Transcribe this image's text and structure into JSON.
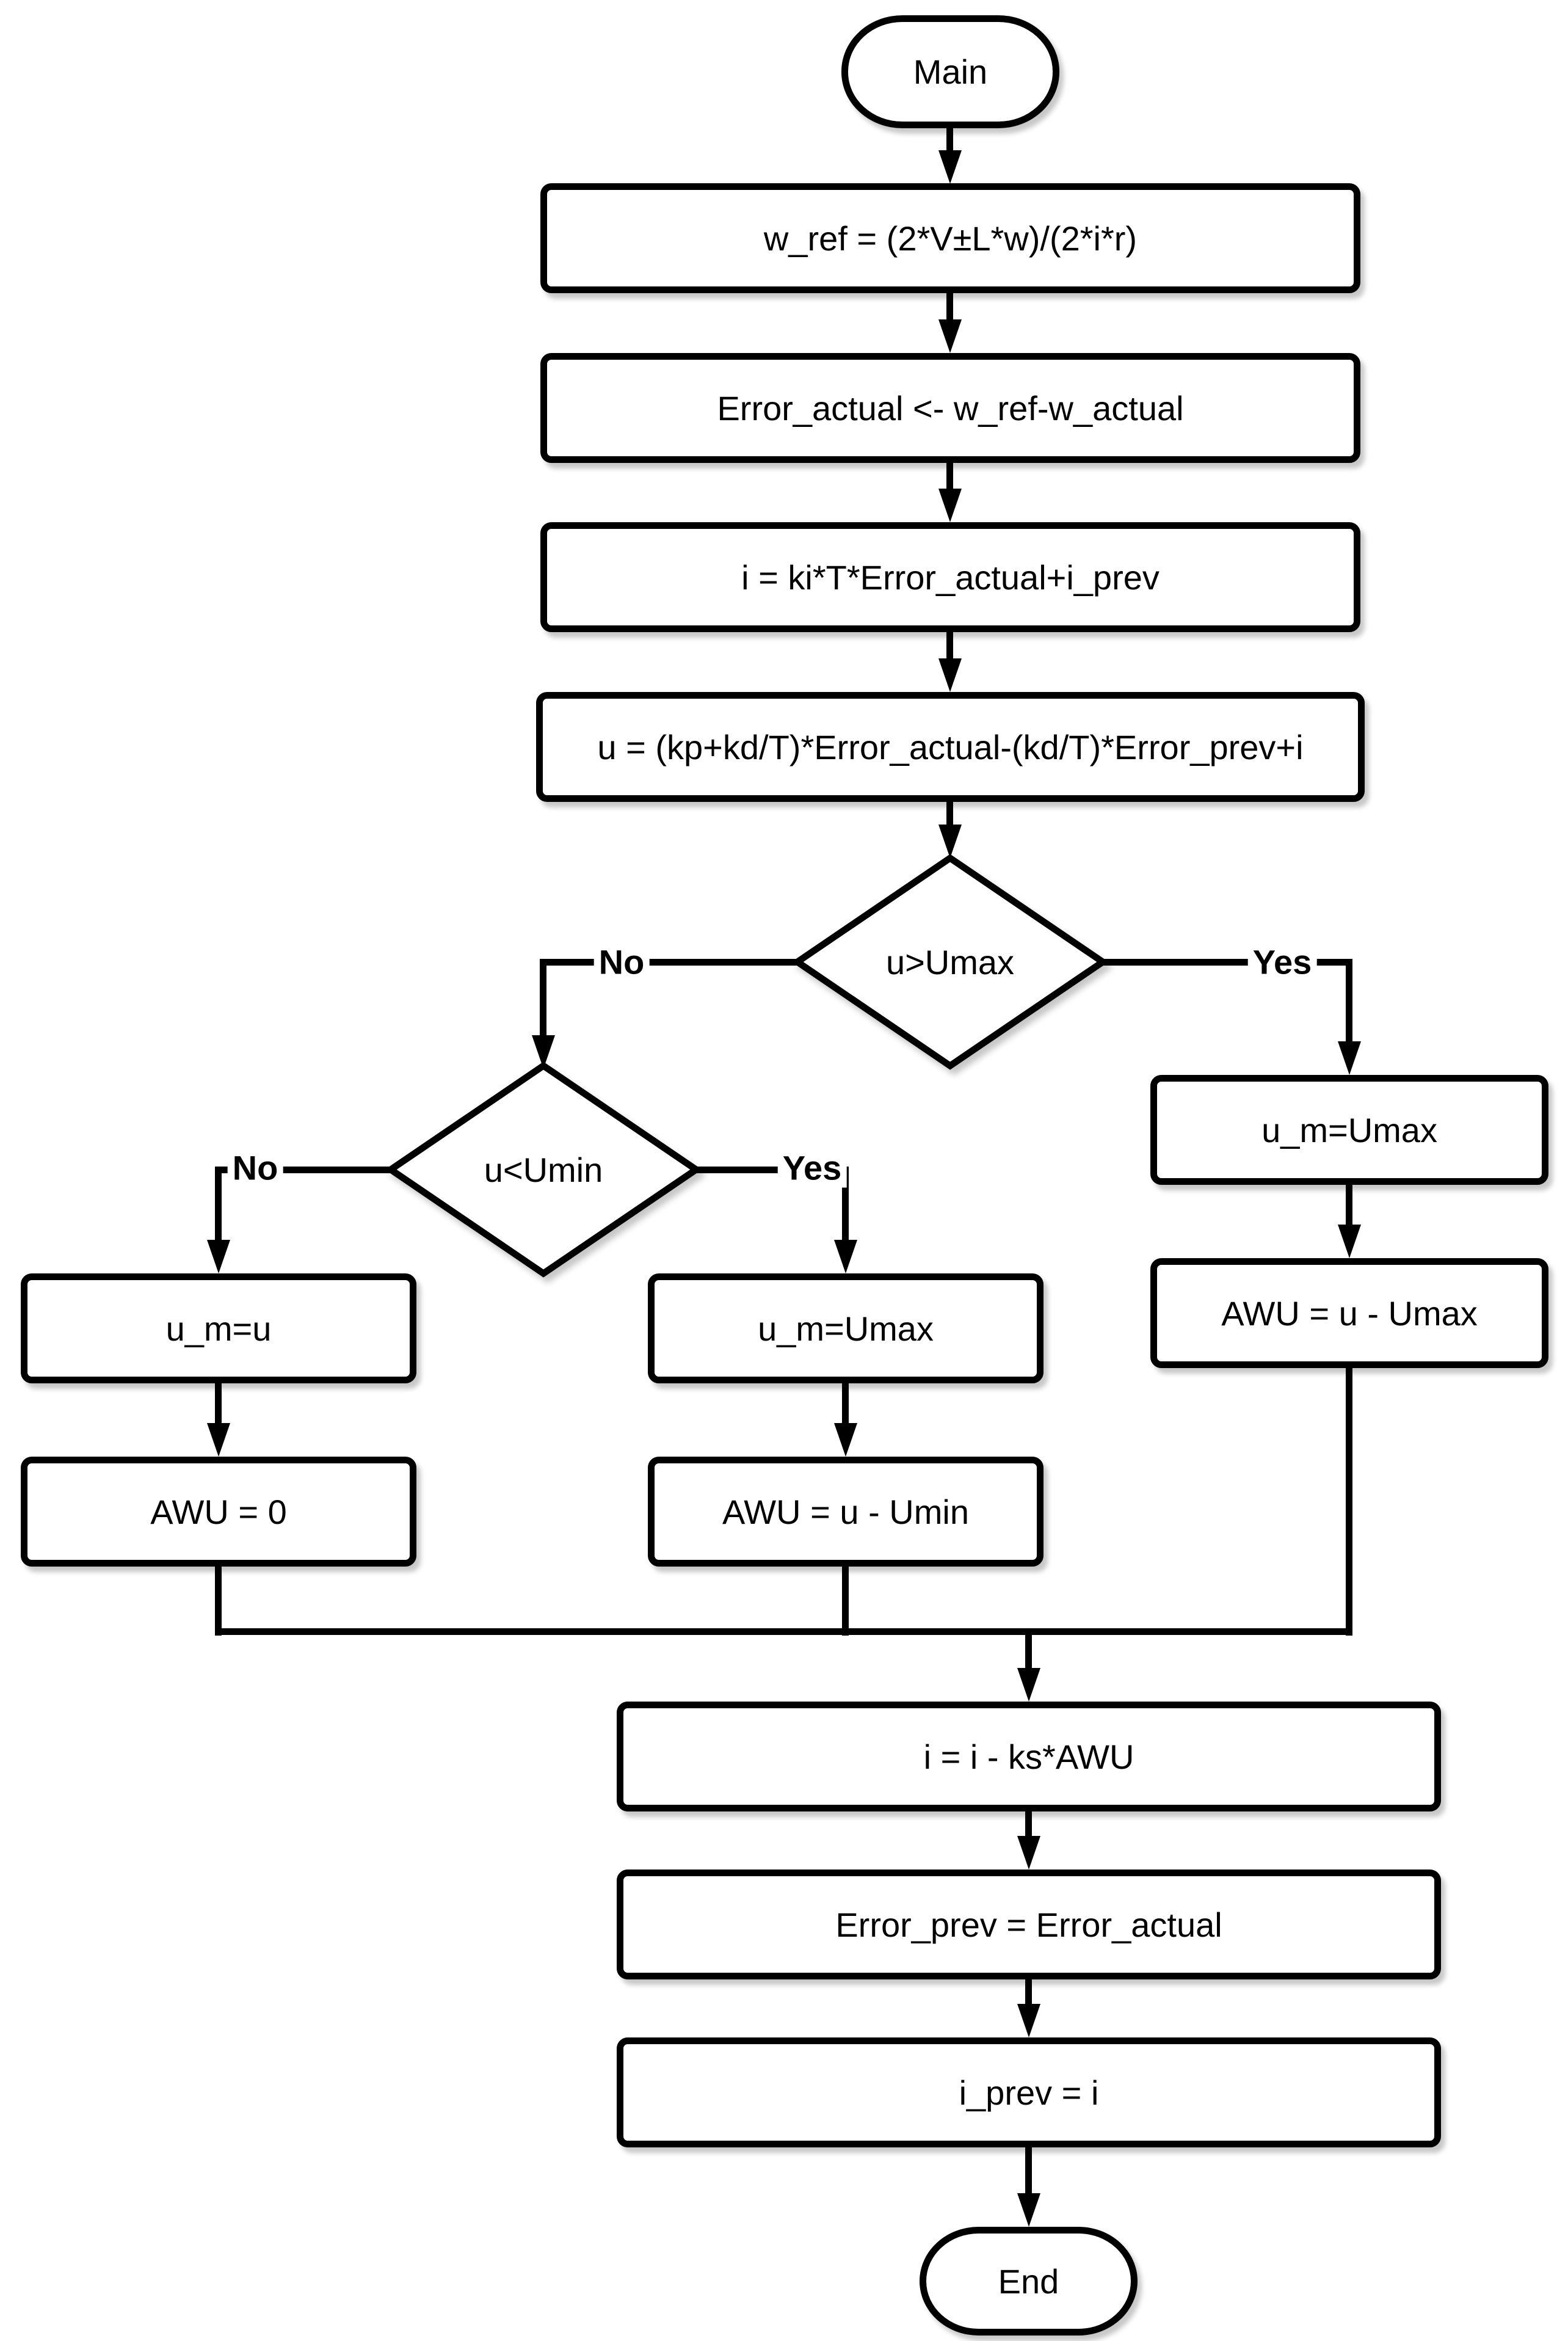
{
  "colors": {
    "stroke": "#000000",
    "fill": "#ffffff",
    "background": "#ffffff"
  },
  "nodes": {
    "start": {
      "label": "Main",
      "type": "terminator"
    },
    "wref": {
      "label": "w_ref = (2*V±L*w)/(2*i*r)",
      "type": "process"
    },
    "error": {
      "label": "Error_actual <- w_ref-w_actual",
      "type": "process"
    },
    "integral": {
      "label": "i = ki*T*Error_actual+i_prev",
      "type": "process"
    },
    "control": {
      "label": "u = (kp+kd/T)*Error_actual-(kd/T)*Error_prev+i",
      "type": "process"
    },
    "check_umax": {
      "label": "u>Umax",
      "type": "decision"
    },
    "check_umin": {
      "label": "u<Umin",
      "type": "decision"
    },
    "right_um": {
      "label": "u_m=Umax",
      "type": "process"
    },
    "right_awu": {
      "label": "AWU = u - Umax",
      "type": "process"
    },
    "mid_um": {
      "label": "u_m=Umax",
      "type": "process"
    },
    "mid_awu": {
      "label": "AWU = u - Umin",
      "type": "process"
    },
    "left_um": {
      "label": "u_m=u",
      "type": "process"
    },
    "left_awu": {
      "label": "AWU = 0",
      "type": "process"
    },
    "update_i": {
      "label": "i = i - ks*AWU",
      "type": "process"
    },
    "save_error": {
      "label": "Error_prev = Error_actual",
      "type": "process"
    },
    "save_i": {
      "label": "i_prev = i",
      "type": "process"
    },
    "end": {
      "label": "End",
      "type": "terminator"
    }
  },
  "edges": {
    "umax_no": {
      "label": "No"
    },
    "umax_yes": {
      "label": "Yes"
    },
    "umin_no": {
      "label": "No"
    },
    "umin_yes": {
      "label": "Yes"
    }
  }
}
